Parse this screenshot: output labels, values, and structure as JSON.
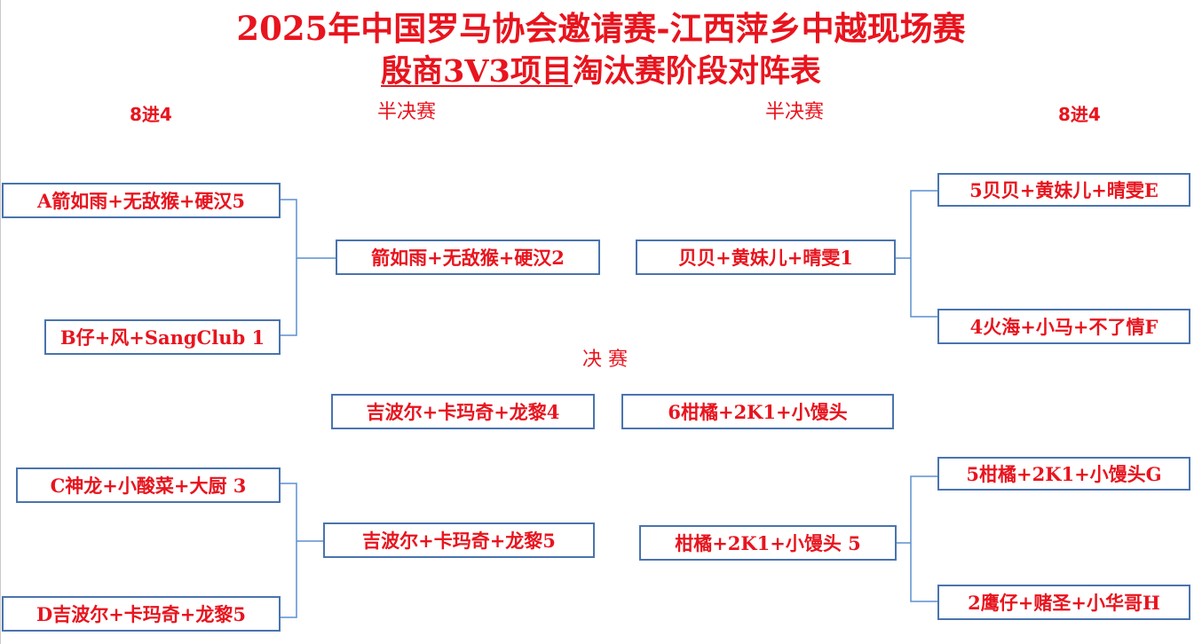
{
  "title": {
    "line1": "2025年中国罗马协会邀请赛-江西萍乡中越现场赛",
    "line2_underlined": "殷商3V3项目",
    "line2_rest": "淘汰赛阶段对阵表"
  },
  "stage_labels": {
    "left_quarter": "8进4",
    "left_semi": "半决赛",
    "right_semi": "半决赛",
    "right_quarter": "8进4",
    "final": "决 赛"
  },
  "left": {
    "quarter_a": "A箭如雨+无敌猴+硬汉5",
    "quarter_b": "B仔+风+SangClub 1",
    "quarter_c": "C神龙+小酸菜+大厨 3",
    "quarter_d": "D吉波尔+卡玛奇+龙黎5",
    "semi_top": "箭如雨+无敌猴+硬汉2",
    "semi_bottom": "吉波尔+卡玛奇+龙黎5"
  },
  "right": {
    "quarter_e": "5贝贝+黄妹儿+晴雯E",
    "quarter_f": "4火海+小马+不了情F",
    "quarter_g": "5柑橘+2K1+小馒头G",
    "quarter_h": "2鹰仔+赌圣+小华哥H",
    "semi_top": "贝贝+黄妹儿+晴雯1",
    "semi_bottom": "柑橘+2K1+小馒头 5"
  },
  "final": {
    "left": "吉波尔+卡玛奇+龙黎4",
    "right": "6柑橘+2K1+小馒头"
  },
  "colors": {
    "text": "#e8141e",
    "box_border": "#4a74ad",
    "connector": "#5b8fd0"
  }
}
